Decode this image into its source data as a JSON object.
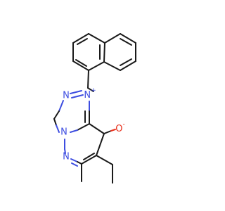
{
  "molecule": {
    "atoms": {
      "n_plus": {
        "symbol": "N",
        "charge": "+",
        "color": "#3d4de0"
      },
      "n_left_top": {
        "symbol": "N",
        "color": "#3d4de0"
      },
      "n_bridge": {
        "symbol": "N",
        "color": "#3d4de0"
      },
      "n_left_bottom": {
        "symbol": "N",
        "color": "#3d4de0"
      },
      "o_minus": {
        "symbol": "O",
        "charge": "-",
        "color": "#e8321e"
      }
    },
    "bond_color": "#1a1a1a"
  }
}
